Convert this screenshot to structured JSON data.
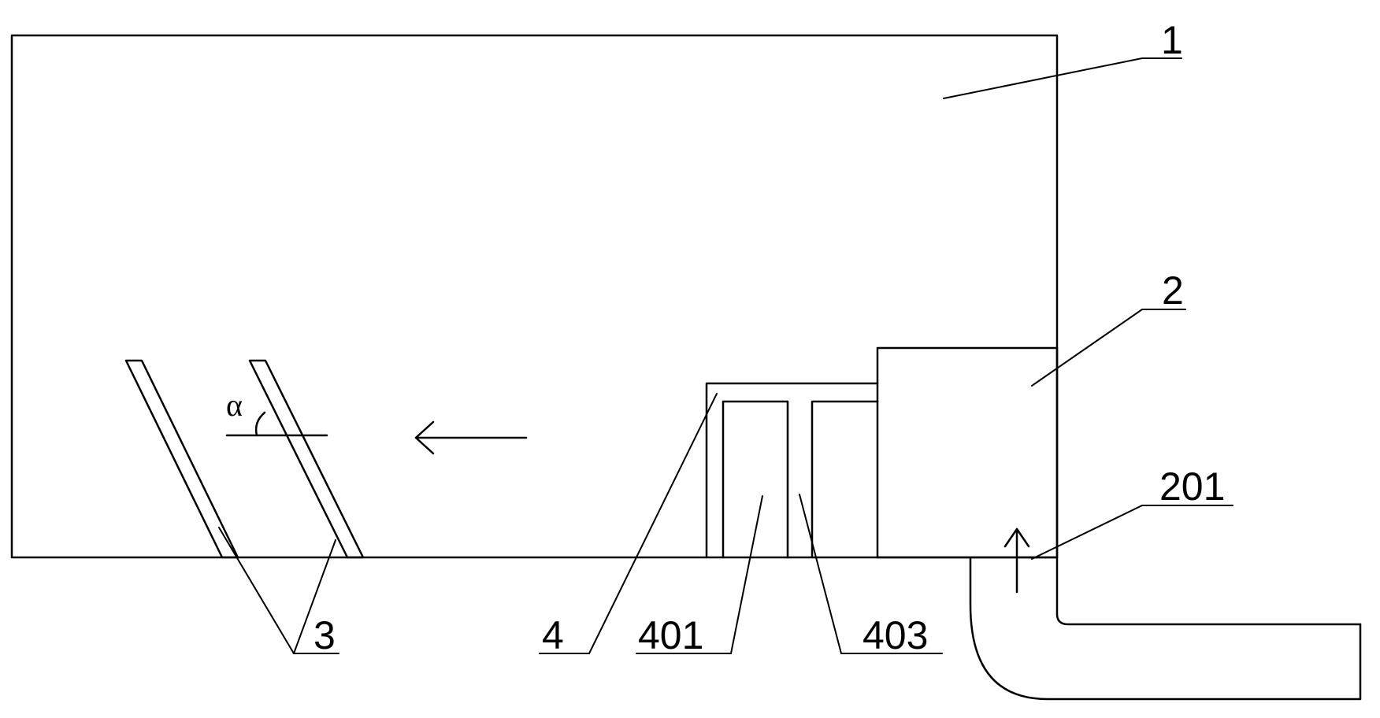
{
  "labels": {
    "l1": "1",
    "l2": "2",
    "l201": "201",
    "l3": "3",
    "l4": "4",
    "l401": "401",
    "l403": "403",
    "alpha": "α"
  }
}
